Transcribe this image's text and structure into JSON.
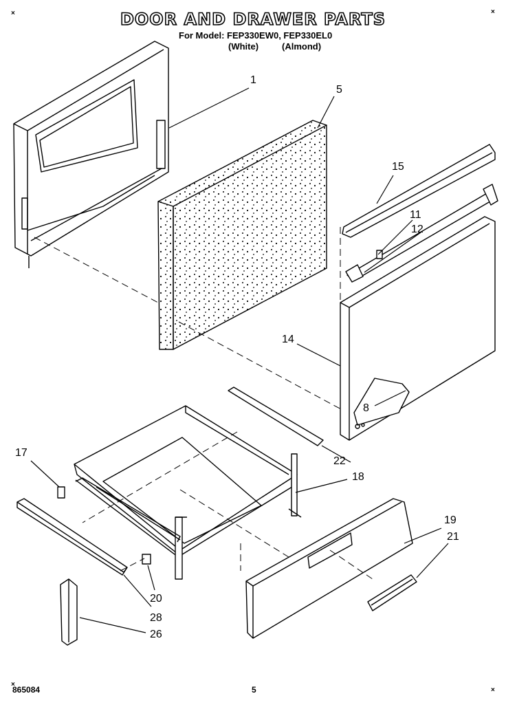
{
  "header": {
    "title": "DOOR AND DRAWER PARTS",
    "model_line": "For Model: FEP330EW0, FEP330EL0",
    "color_1": "(White)",
    "color_2": "(Almond)"
  },
  "corner_marks": [
    "×",
    "×",
    "×",
    "×"
  ],
  "footer": {
    "code": "865084",
    "page": "5"
  },
  "callouts": [
    "1",
    "5",
    "15",
    "11",
    "12",
    "14",
    "8",
    "17",
    "22",
    "18",
    "19",
    "21",
    "20",
    "28",
    "26"
  ]
}
